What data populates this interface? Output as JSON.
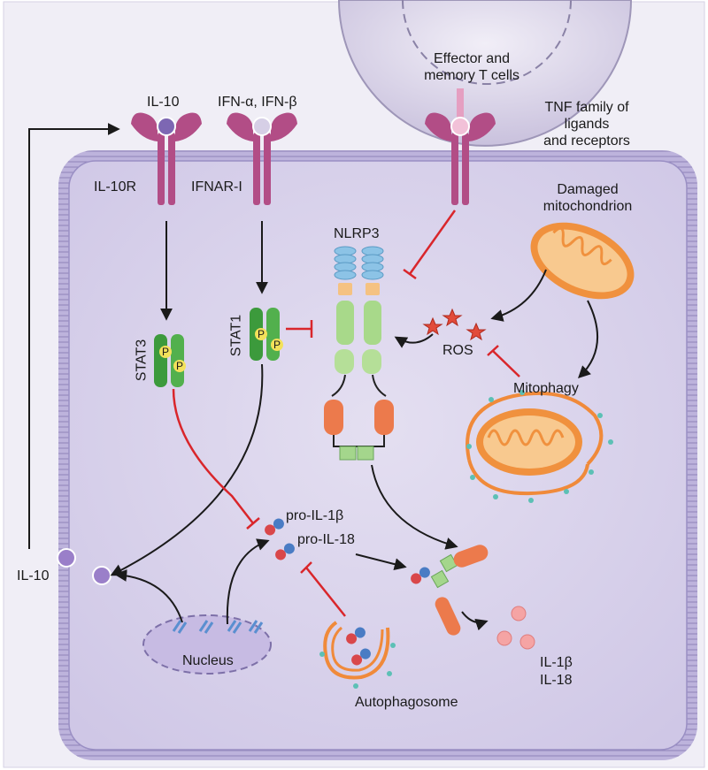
{
  "labels": {
    "effector_t_cells": [
      "Effector and",
      "memory T cells"
    ],
    "tnf": [
      "TNF family of",
      "ligands",
      "and receptors"
    ],
    "il10_top": "IL-10",
    "ifn": "IFN-α, IFN-β",
    "il10r": "IL-10R",
    "ifnar": "IFNAR-I",
    "damaged_mito": [
      "Damaged",
      "mitochondrion"
    ],
    "nlrp3": "NLRP3",
    "stat3": "STAT3",
    "stat1": "STAT1",
    "phospho": "P",
    "ros": "ROS",
    "mitophagy": "Mitophagy",
    "pro_il1b": "pro-IL-1β",
    "pro_il18": "pro-IL-18",
    "il10_left": "IL-10",
    "nucleus": "Nucleus",
    "autophagosome": "Autophagosome",
    "il1b": "IL-1β",
    "il18": "IL-18"
  },
  "colors": {
    "cell_fill": "#d9d3ea",
    "membrane": "#a79ccc",
    "receptor": "#b24d86",
    "stat_green": "#3c9a3c",
    "nlrp3_blue": "#7bb6d8",
    "nlrp3_orange": "#f0b070",
    "nlrp3_green": "#9ccf7a",
    "nlrp3_red": "#e8744a",
    "mito": "#f08a3a",
    "inhibit": "#d9262b",
    "arrow": "#1a1a1a"
  }
}
